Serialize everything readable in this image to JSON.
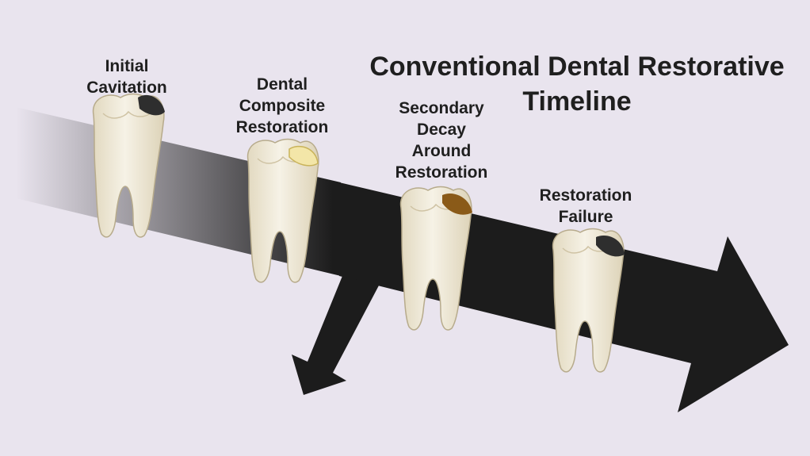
{
  "title": {
    "line1": "Conventional Dental Restorative",
    "line2": "Timeline"
  },
  "stages": [
    {
      "label_lines": [
        "Initial",
        "Cavitation"
      ],
      "lesion": "dark-cavity",
      "lesion_color": "#2e2e2e"
    },
    {
      "label_lines": [
        "Dental",
        "Composite",
        "Restoration"
      ],
      "lesion": "composite-filling",
      "lesion_color": "#f3e6a8"
    },
    {
      "label_lines": [
        "Secondary",
        "Decay",
        "Around",
        "Restoration"
      ],
      "lesion": "secondary-decay",
      "lesion_color": "#8a5a18"
    },
    {
      "label_lines": [
        "Restoration",
        "Failure"
      ],
      "lesion": "failed-restoration",
      "lesion_color": "#2e2e2e"
    }
  ],
  "colors": {
    "background": "#e9e4ee",
    "arrow": "#1c1c1c",
    "tooth": "#efe9d8"
  }
}
